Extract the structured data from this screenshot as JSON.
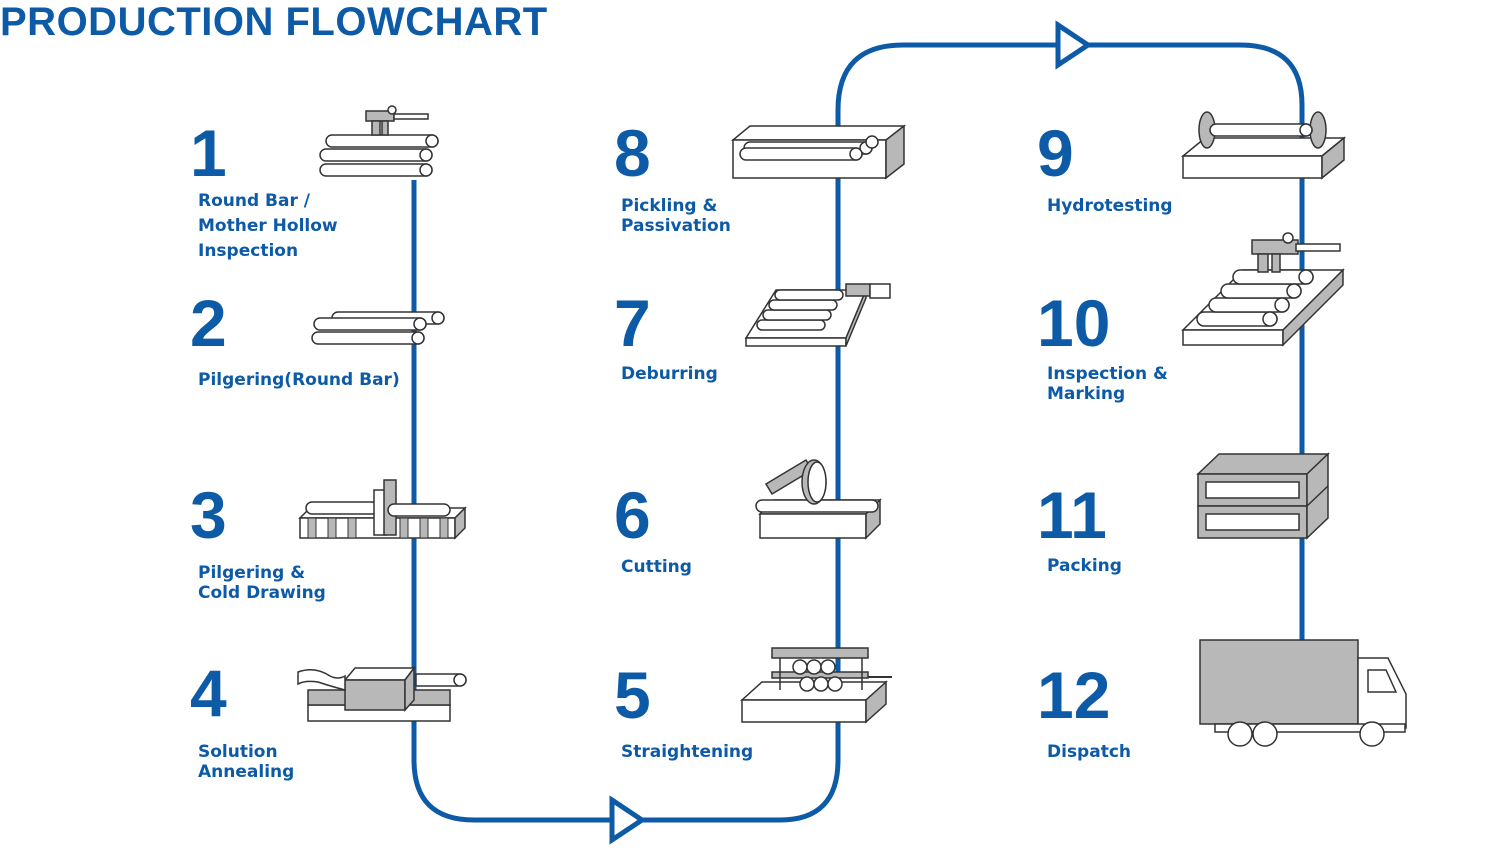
{
  "title": "PRODUCTION FLOWCHART",
  "colors": {
    "accent": "#0d5aa7",
    "stroke": "#333333",
    "fill_gray": "#b8b8b8",
    "fill_white": "#ffffff"
  },
  "steps": [
    {
      "number": "1",
      "label_lines": [
        "Round Bar /",
        "Mother Hollow",
        "Inspection"
      ],
      "icon": "round-bar-inspection-icon"
    },
    {
      "number": "2",
      "label_lines": [
        "Pilgering(Round Bar)"
      ],
      "icon": "round-bars-icon"
    },
    {
      "number": "3",
      "label_lines": [
        "Pilgering &",
        "Cold Drawing"
      ],
      "icon": "pilgering-machine-icon"
    },
    {
      "number": "4",
      "label_lines": [
        "Solution",
        "Annealing"
      ],
      "icon": "annealing-furnace-icon"
    },
    {
      "number": "5",
      "label_lines": [
        "Straightening"
      ],
      "icon": "straightening-machine-icon"
    },
    {
      "number": "6",
      "label_lines": [
        "Cutting"
      ],
      "icon": "cutting-saw-icon"
    },
    {
      "number": "7",
      "label_lines": [
        "Deburring"
      ],
      "icon": "deburring-tray-icon"
    },
    {
      "number": "8",
      "label_lines": [
        "Pickling &",
        "Passivation"
      ],
      "icon": "pickling-tank-icon"
    },
    {
      "number": "9",
      "label_lines": [
        "Hydrotesting"
      ],
      "icon": "hydrotest-bench-icon"
    },
    {
      "number": "10",
      "label_lines": [
        "Inspection &",
        "Marking"
      ],
      "icon": "marking-inspection-icon"
    },
    {
      "number": "11",
      "label_lines": [
        "Packing"
      ],
      "icon": "packing-crate-icon"
    },
    {
      "number": "12",
      "label_lines": [
        "Dispatch"
      ],
      "icon": "delivery-truck-icon"
    }
  ]
}
